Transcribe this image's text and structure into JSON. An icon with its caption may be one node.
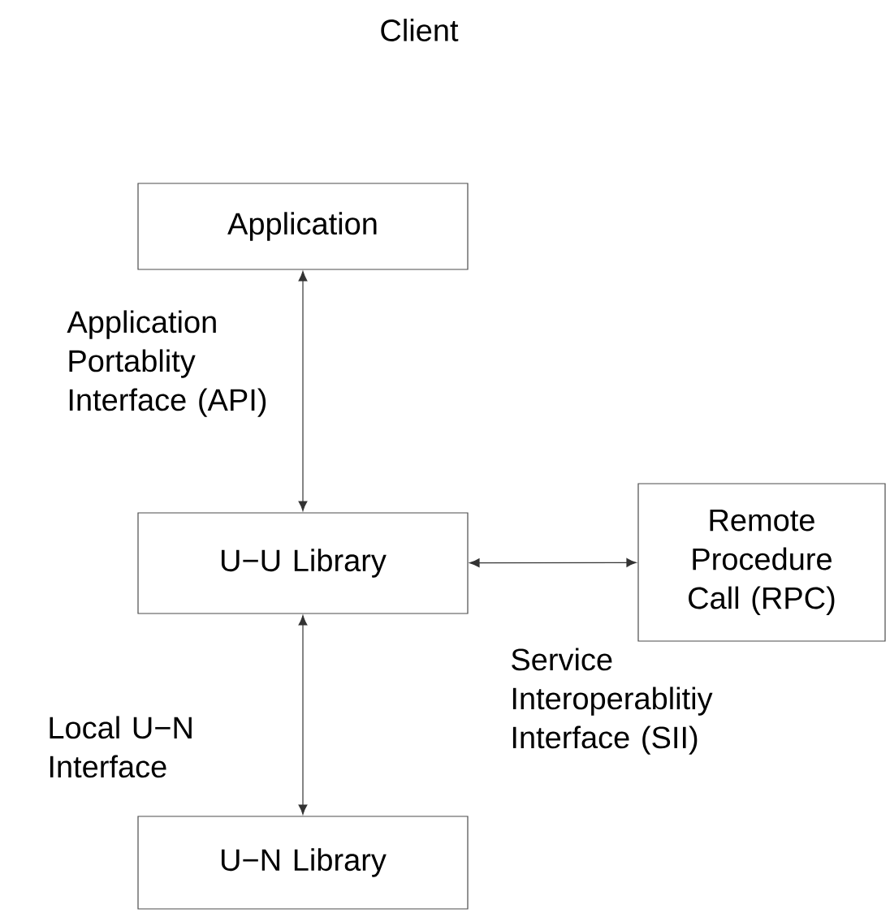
{
  "diagram": {
    "title": "Client",
    "nodes": [
      {
        "text": [
          "Application"
        ]
      },
      {
        "text": [
          "U−U Library"
        ]
      },
      {
        "text": [
          "Remote Procedure Call (RPC)"
        ]
      },
      {
        "text": [
          "U−N Library"
        ]
      }
    ],
    "edges": [
      {
        "from": 0,
        "to": 1,
        "arrow": "both",
        "label": "Application Portablity Interface (API)"
      },
      {
        "from": 1,
        "to": 3,
        "arrow": "both",
        "label": "Local U−N Interface"
      },
      {
        "from": 1,
        "to": 2,
        "arrow": "both",
        "label": "Service Interoperablitiy Interface (SII)"
      }
    ]
  }
}
